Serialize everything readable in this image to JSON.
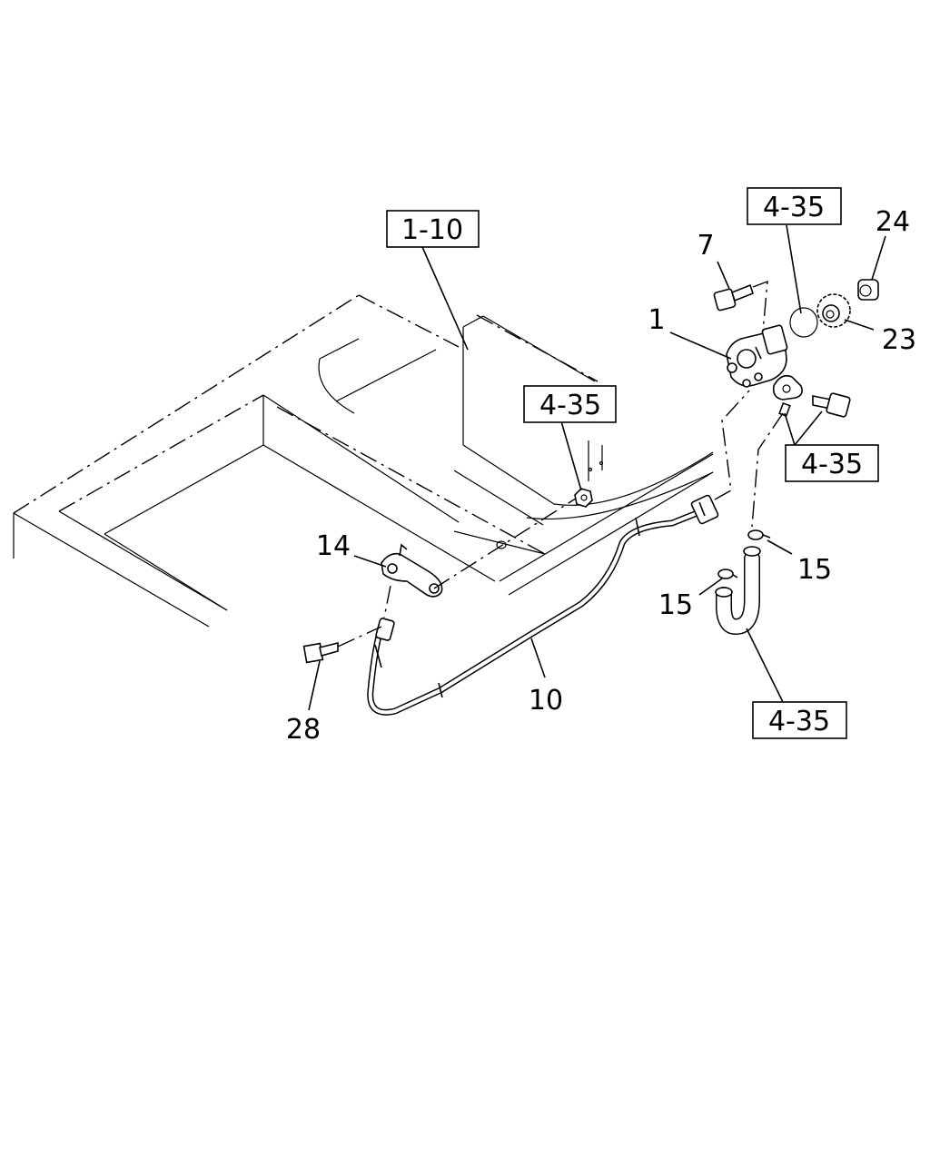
{
  "diagram": {
    "reference_boxes": {
      "ref_1_10": "1-10",
      "ref_4_35_top": "4-35",
      "ref_4_35_mid": "4-35",
      "ref_4_35_right": "4-35",
      "ref_4_35_bottom": "4-35"
    },
    "part_labels": {
      "p1": "1",
      "p7": "7",
      "p10": "10",
      "p14": "14",
      "p15_right": "15",
      "p15_left": "15",
      "p23": "23",
      "p24": "24",
      "p28": "28"
    }
  }
}
